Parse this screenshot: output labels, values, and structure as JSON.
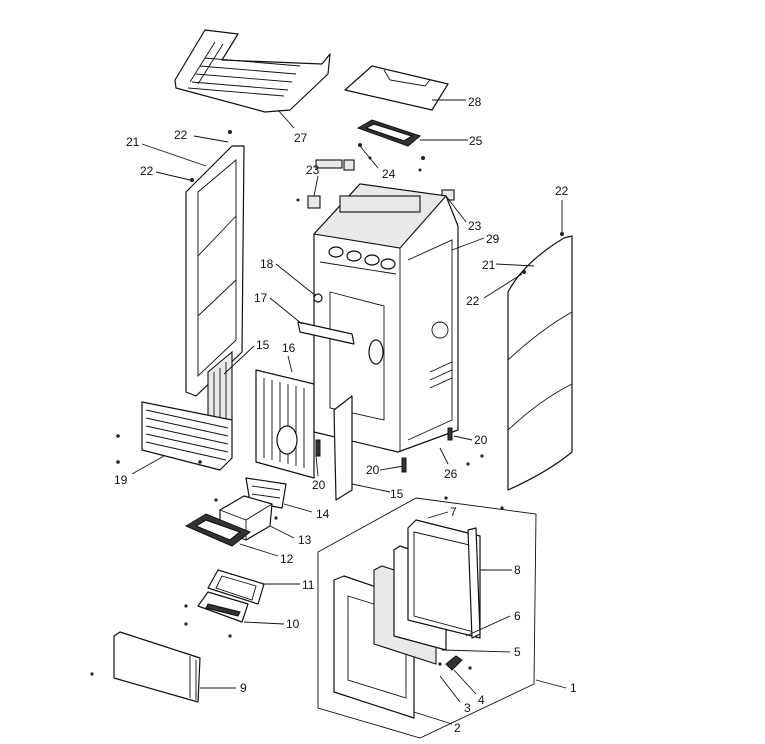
{
  "callouts": [
    {
      "id": "c27",
      "text": "27"
    },
    {
      "id": "c28",
      "text": "28"
    },
    {
      "id": "c25",
      "text": "25"
    },
    {
      "id": "c24",
      "text": "24"
    },
    {
      "id": "c23a",
      "text": "23"
    },
    {
      "id": "c23b",
      "text": "23"
    },
    {
      "id": "c29",
      "text": "29"
    },
    {
      "id": "c22a",
      "text": "22"
    },
    {
      "id": "c21a",
      "text": "21"
    },
    {
      "id": "c22b",
      "text": "22"
    },
    {
      "id": "c22c",
      "text": "22"
    },
    {
      "id": "c21b",
      "text": "21"
    },
    {
      "id": "c22d",
      "text": "22"
    },
    {
      "id": "c18",
      "text": "18"
    },
    {
      "id": "c17",
      "text": "17"
    },
    {
      "id": "c15a",
      "text": "15"
    },
    {
      "id": "c16",
      "text": "16"
    },
    {
      "id": "c19",
      "text": "19"
    },
    {
      "id": "c20a",
      "text": "20"
    },
    {
      "id": "c15b",
      "text": "15"
    },
    {
      "id": "c20b",
      "text": "20"
    },
    {
      "id": "c20c",
      "text": "20"
    },
    {
      "id": "c26",
      "text": "26"
    },
    {
      "id": "c14",
      "text": "14"
    },
    {
      "id": "c13",
      "text": "13"
    },
    {
      "id": "c12",
      "text": "12"
    },
    {
      "id": "c11",
      "text": "11"
    },
    {
      "id": "c10",
      "text": "10"
    },
    {
      "id": "c9",
      "text": "9"
    },
    {
      "id": "c7",
      "text": "7"
    },
    {
      "id": "c8",
      "text": "8"
    },
    {
      "id": "c6",
      "text": "6"
    },
    {
      "id": "c5",
      "text": "5"
    },
    {
      "id": "c4",
      "text": "4"
    },
    {
      "id": "c3",
      "text": "3"
    },
    {
      "id": "c2",
      "text": "2"
    },
    {
      "id": "c1",
      "text": "1"
    }
  ]
}
